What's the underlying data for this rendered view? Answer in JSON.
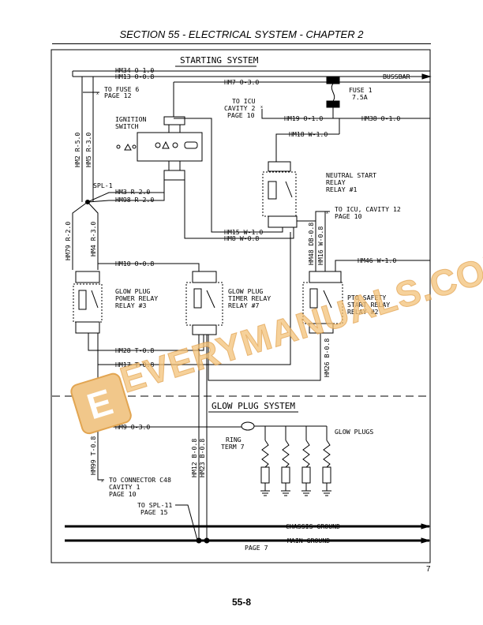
{
  "header": {
    "title": "SECTION 55 - ELECTRICAL SYSTEM - CHAPTER 2"
  },
  "footer": {
    "figure_number": "7",
    "page_number": "55-8"
  },
  "watermark": {
    "text": "EVERYMANUALS.COM"
  },
  "diagram": {
    "section_titles": {
      "starting": "STARTING SYSTEM",
      "glow": "GLOW PLUG SYSTEM"
    },
    "wires": {
      "hm34": "HM34 O-1.0",
      "hm13": "HM13 O-0.8",
      "hm7": "HM7 O-3.0",
      "bussbar": "BUSSBAR",
      "hm19": "HM19 O-1.0",
      "hm38": "HM38 O-1.0",
      "hm18": "HM18 W-1.0",
      "hm2": "HM2 R-5.0",
      "hm5": "HM5 R-3.0",
      "hm3": "HM3 R-2.0",
      "hm98": "HM98 R-2.0",
      "hm79": "HM79 R-2.0",
      "hm4": "HM4 R-3.0",
      "hm15": "HM15 W-1.0",
      "hm8": "HM8 W-0.8",
      "hm10": "HM10 O-0.8",
      "hm48": "HM48 DB-0.8",
      "hm16": "HM16 W-0.8",
      "hm46": "HM46 W-1.0",
      "hm28": "HM28 T-0.8",
      "hm17": "HM17 T-0.8",
      "hm26": "HM26 B-0.8",
      "hm9": "HM9 O-3.0",
      "hm99": "HM99 T-0.8",
      "hm12": "HM12 B-0.8",
      "hm23": "HM23 B-0.8"
    },
    "labels": {
      "to_fuse6_l1": "TO FUSE 6",
      "to_fuse6_l2": "PAGE 12",
      "to_icu2_l1": "TO ICU",
      "to_icu2_l2": "CAVITY 2",
      "to_icu2_l3": "PAGE 10",
      "fuse1_l1": "FUSE 1",
      "fuse1_l2": "7.5A",
      "ign_l1": "IGNITION",
      "ign_l2": "SWITCH",
      "spl1": "SPL-1",
      "nsr_l1": "NEUTRAL START",
      "nsr_l2": "RELAY",
      "nsr_l3": "RELAY #1",
      "to_icu12_l1": "TO ICU, CAVITY 12",
      "to_icu12_l2": "PAGE 10",
      "gppr_l1": "GLOW PLUG",
      "gppr_l2": "POWER RELAY",
      "gppr_l3": "RELAY #3",
      "gptr_l1": "GLOW PLUG",
      "gptr_l2": "TIMER RELAY",
      "gptr_l3": "RELAY #7",
      "pto_l1": "PTO SAFETY",
      "pto_l2": "START RELAY",
      "pto_l3": "RELAY #2",
      "ring_l1": "RING",
      "ring_l2": "TERM 7",
      "glow_plugs": "GLOW PLUGS",
      "to_c48_l1": "TO CONNECTOR C48",
      "to_c48_l2": "CAVITY 1",
      "to_c48_l3": "PAGE 10",
      "to_spl11_l1": "TO SPL-11",
      "to_spl11_l2": "PAGE 15",
      "chassis_ground": "CHASSIS GROUND",
      "main_ground": "MAIN GROUND",
      "page7": "PAGE 7"
    }
  }
}
